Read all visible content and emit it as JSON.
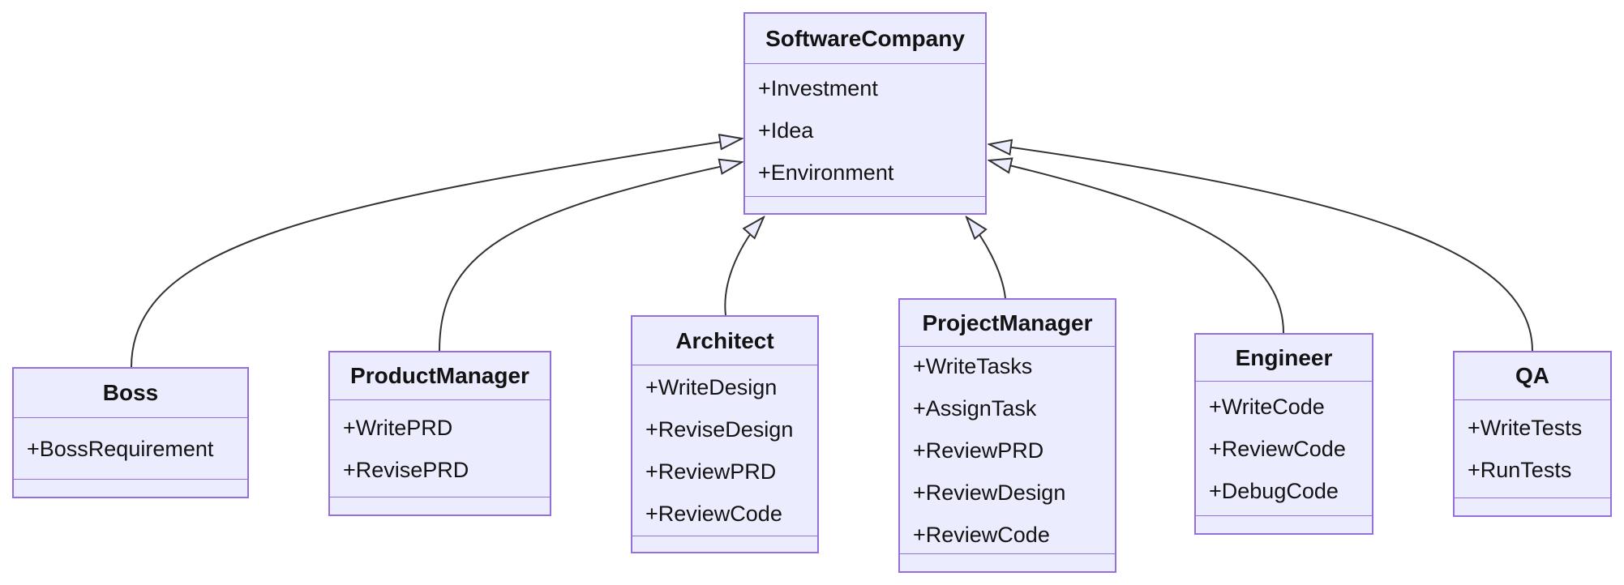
{
  "diagram": {
    "type": "uml-class-diagram",
    "colors": {
      "node_fill": "#ECECFF",
      "node_border": "#9370DB",
      "edge_stroke": "#333333",
      "text": "#131313",
      "background": "#ffffff"
    },
    "classes": [
      {
        "name": "SoftwareCompany",
        "attributes": [
          "+Investment",
          "+Idea",
          "+Environment"
        ],
        "methods": []
      },
      {
        "name": "Boss",
        "attributes": [
          "+BossRequirement"
        ],
        "methods": []
      },
      {
        "name": "ProductManager",
        "attributes": [
          "+WritePRD",
          "+RevisePRD"
        ],
        "methods": []
      },
      {
        "name": "Architect",
        "attributes": [
          "+WriteDesign",
          "+ReviseDesign",
          "+ReviewPRD",
          "+ReviewCode"
        ],
        "methods": []
      },
      {
        "name": "ProjectManager",
        "attributes": [
          "+WriteTasks",
          "+AssignTask",
          "+ReviewPRD",
          "+ReviewDesign",
          "+ReviewCode"
        ],
        "methods": []
      },
      {
        "name": "Engineer",
        "attributes": [
          "+WriteCode",
          "+ReviewCode",
          "+DebugCode"
        ],
        "methods": []
      },
      {
        "name": "QA",
        "attributes": [
          "+WriteTests",
          "+RunTests"
        ],
        "methods": []
      }
    ],
    "relations": [
      {
        "from": "Boss",
        "to": "SoftwareCompany",
        "type": "inheritance"
      },
      {
        "from": "ProductManager",
        "to": "SoftwareCompany",
        "type": "inheritance"
      },
      {
        "from": "Architect",
        "to": "SoftwareCompany",
        "type": "inheritance"
      },
      {
        "from": "ProjectManager",
        "to": "SoftwareCompany",
        "type": "inheritance"
      },
      {
        "from": "Engineer",
        "to": "SoftwareCompany",
        "type": "inheritance"
      },
      {
        "from": "QA",
        "to": "SoftwareCompany",
        "type": "inheritance"
      }
    ]
  }
}
